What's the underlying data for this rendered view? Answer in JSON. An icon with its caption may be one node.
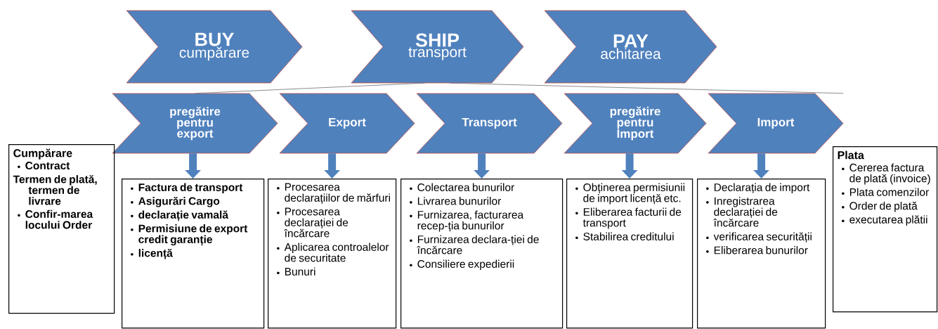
{
  "diagram": {
    "nodes": [
      {
        "text": [
          "BUY",
          "cumpărare"
        ]
      },
      {
        "text": [
          "SHIP",
          "transport"
        ]
      },
      {
        "text": [
          "PAY",
          "achitarea"
        ]
      },
      {
        "text": [
          "pregătire pentru export"
        ]
      },
      {
        "text": [
          "Export"
        ]
      },
      {
        "text": [
          "Transport"
        ]
      },
      {
        "text": [
          "pregătire pentru Import"
        ]
      },
      {
        "text": [
          "Import"
        ]
      },
      {
        "text": [
          "Cumpărare",
          "Contract",
          "Termen de plată, termen de livrare",
          "Confir-marea locului Order"
        ]
      },
      {
        "text": [
          "Factura de transport",
          "Asigurări Cargo",
          "declarație vamală",
          "Permisiune de export credit garanție",
          "licență"
        ]
      },
      {
        "text": [
          "Procesarea declarațiilor de mărfuri",
          "Procesarea declarației de încărcare",
          "Aplicarea controalelor de securitate",
          "Bunuri"
        ]
      },
      {
        "text": [
          "Colectarea bunurilor",
          "Livrarea bunurilor",
          "Furnizarea, facturarea recep-ția bunurilor",
          "Furnizarea declara-ției de încărcare",
          "Consiliere expedierii"
        ]
      },
      {
        "text": [
          "Obținerea permisiunii de import licență etc.",
          "Eliberarea facturii de transport",
          "Stabilirea creditului"
        ]
      },
      {
        "text": [
          "Declarația de import",
          "Inregistrarea declarației de încărcare",
          "verificarea securității",
          "Eliberarea bunurilor"
        ]
      },
      {
        "text": [
          "Plata",
          "Cererea factura de plată (invoice)",
          "Plata comenzilor",
          "Order de plată",
          "executarea plătii"
        ]
      }
    ],
    "edges": [
      {
        "from": 1,
        "to": 3,
        "arrow": "none",
        "color": "#7f7f7f"
      },
      {
        "from": 1,
        "to": 7,
        "arrow": "none",
        "color": "#7f7f7f"
      },
      {
        "from": 3,
        "to": 9,
        "arrow": "to"
      },
      {
        "from": 4,
        "to": 10,
        "arrow": "to"
      },
      {
        "from": 5,
        "to": 11,
        "arrow": "to"
      },
      {
        "from": 6,
        "to": 12,
        "arrow": "to"
      },
      {
        "from": 7,
        "to": 13,
        "arrow": "to"
      }
    ]
  }
}
